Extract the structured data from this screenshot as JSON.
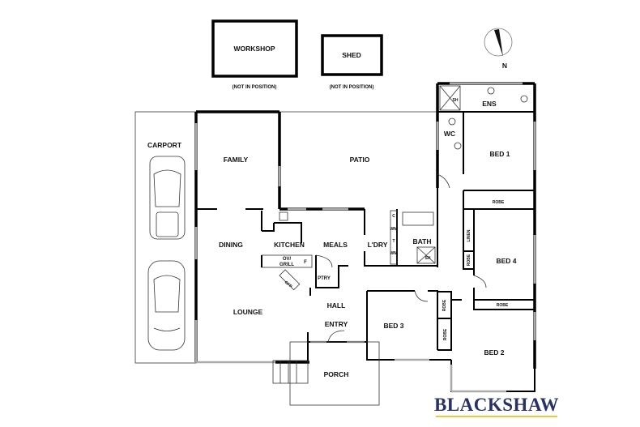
{
  "outbuildings": {
    "workshop": "WORKSHOP",
    "workshop_note": "(NOT IN POSITION)",
    "shed": "SHED",
    "shed_note": "(NOT IN POSITION)"
  },
  "compass": {
    "north_label": "N"
  },
  "rooms": {
    "carport": "CARPORT",
    "family": "FAMILY",
    "patio": "PATIO",
    "dining": "DINING",
    "kitchen": "KITCHEN",
    "meals": "MEALS",
    "laundry": "L'DRY",
    "bath": "BATH",
    "lounge": "LOUNGE",
    "hall": "HALL",
    "entry": "ENTRY",
    "porch": "PORCH",
    "bed1": "BED 1",
    "bed2": "BED 2",
    "bed3": "BED 3",
    "bed4": "BED 4",
    "ensuite": "ENS",
    "wc": "WC",
    "pantry": "PTRY"
  },
  "fixtures": {
    "robe": "ROBE",
    "linen": "LINEN",
    "oven_grill_1": "OV/",
    "oven_grill_2": "GRILL",
    "fridge": "F",
    "ofp": "OFP",
    "shower": "SH",
    "washing_machine": "WM",
    "cupboard": "C",
    "tub": "T"
  },
  "brand": {
    "name": "BLACKSHAW",
    "text_color": "#2a3260",
    "underline_color": "#e8c84a"
  }
}
